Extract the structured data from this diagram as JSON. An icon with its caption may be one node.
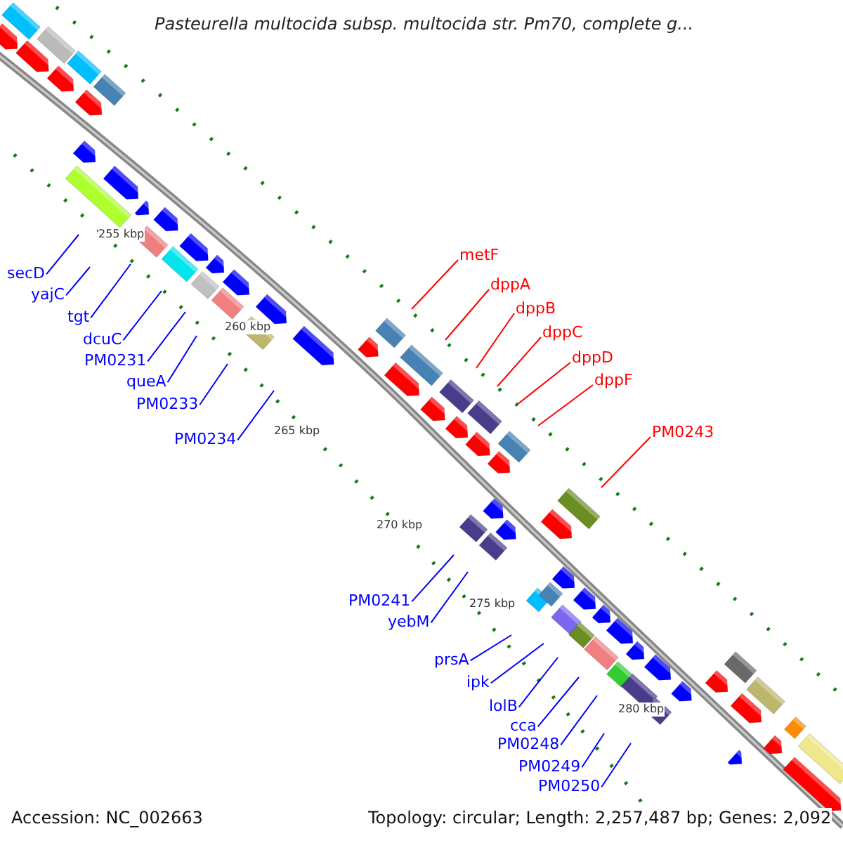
{
  "diagram": {
    "title": "Pasteurella multocida subsp. multocida str. Pm70, complete g...",
    "nodes": [
      {
        "text": [
          "metF"
        ]
      },
      {
        "text": [
          "secD"
        ]
      },
      {
        "text": [
          "dppA"
        ]
      },
      {
        "text": [
          "yajC"
        ]
      },
      {
        "text": [
          "dppB"
        ]
      },
      {
        "text": [
          "tgt"
        ]
      },
      {
        "text": [
          "dppC"
        ]
      },
      {
        "text": [
          "dcuC"
        ]
      },
      {
        "text": [
          "dppD"
        ]
      },
      {
        "text": [
          "PM0231"
        ]
      },
      {
        "text": [
          "dppF"
        ]
      },
      {
        "text": [
          "queA"
        ]
      },
      {
        "text": [
          "PM0233"
        ]
      },
      {
        "text": [
          "PM0243"
        ]
      },
      {
        "text": [
          "PM0234"
        ]
      },
      {
        "text": [
          "PM0241"
        ]
      },
      {
        "text": [
          "yebM"
        ]
      },
      {
        "text": [
          "prsA"
        ]
      },
      {
        "text": [
          "ipk"
        ]
      },
      {
        "text": [
          "lolB"
        ]
      },
      {
        "text": [
          "cca"
        ]
      },
      {
        "text": [
          "PM0248"
        ]
      },
      {
        "text": [
          "PM0249"
        ]
      },
      {
        "text": [
          "PM0250"
        ]
      }
    ],
    "edges": [
      {
        "from": 0,
        "to": null,
        "arrow": "none",
        "color": "#ff0000"
      },
      {
        "from": 1,
        "to": null,
        "arrow": "none"
      },
      {
        "from": 2,
        "to": null,
        "arrow": "none",
        "color": "#ff0000"
      },
      {
        "from": 3,
        "to": null,
        "arrow": "none"
      },
      {
        "from": 4,
        "to": null,
        "arrow": "none",
        "color": "#ff0000"
      },
      {
        "from": 5,
        "to": null,
        "arrow": "none"
      },
      {
        "from": 6,
        "to": null,
        "arrow": "none",
        "color": "#ff0000"
      },
      {
        "from": 7,
        "to": null,
        "arrow": "none"
      },
      {
        "from": 8,
        "to": null,
        "arrow": "none",
        "color": "#ff0000"
      },
      {
        "from": 9,
        "to": null,
        "arrow": "none"
      },
      {
        "from": 10,
        "to": null,
        "arrow": "none",
        "color": "#ff0000"
      },
      {
        "from": 11,
        "to": null,
        "arrow": "none"
      },
      {
        "from": 12,
        "to": null,
        "arrow": "none"
      },
      {
        "from": 13,
        "to": null,
        "arrow": "none",
        "color": "#ff0000"
      },
      {
        "from": 14,
        "to": null,
        "arrow": "none"
      },
      {
        "from": 15,
        "to": null,
        "arrow": "none"
      },
      {
        "from": 16,
        "to": null,
        "arrow": "none"
      },
      {
        "from": 17,
        "to": null,
        "arrow": "none"
      },
      {
        "from": 18,
        "to": null,
        "arrow": "none"
      },
      {
        "from": 19,
        "to": null,
        "arrow": "none"
      },
      {
        "from": 20,
        "to": null,
        "arrow": "none"
      },
      {
        "from": 21,
        "to": null,
        "arrow": "none"
      },
      {
        "from": 22,
        "to": null,
        "arrow": "none"
      },
      {
        "from": 23,
        "to": null,
        "arrow": "none"
      }
    ],
    "labels": [
      "255 kbp",
      "260 kbp",
      "265 kbp",
      "270 kbp",
      "275 kbp",
      "280 kbp",
      "Accession: NC_002663",
      "Topology: circular; Length: 2,257,487 bp; Genes: 2,092"
    ]
  }
}
